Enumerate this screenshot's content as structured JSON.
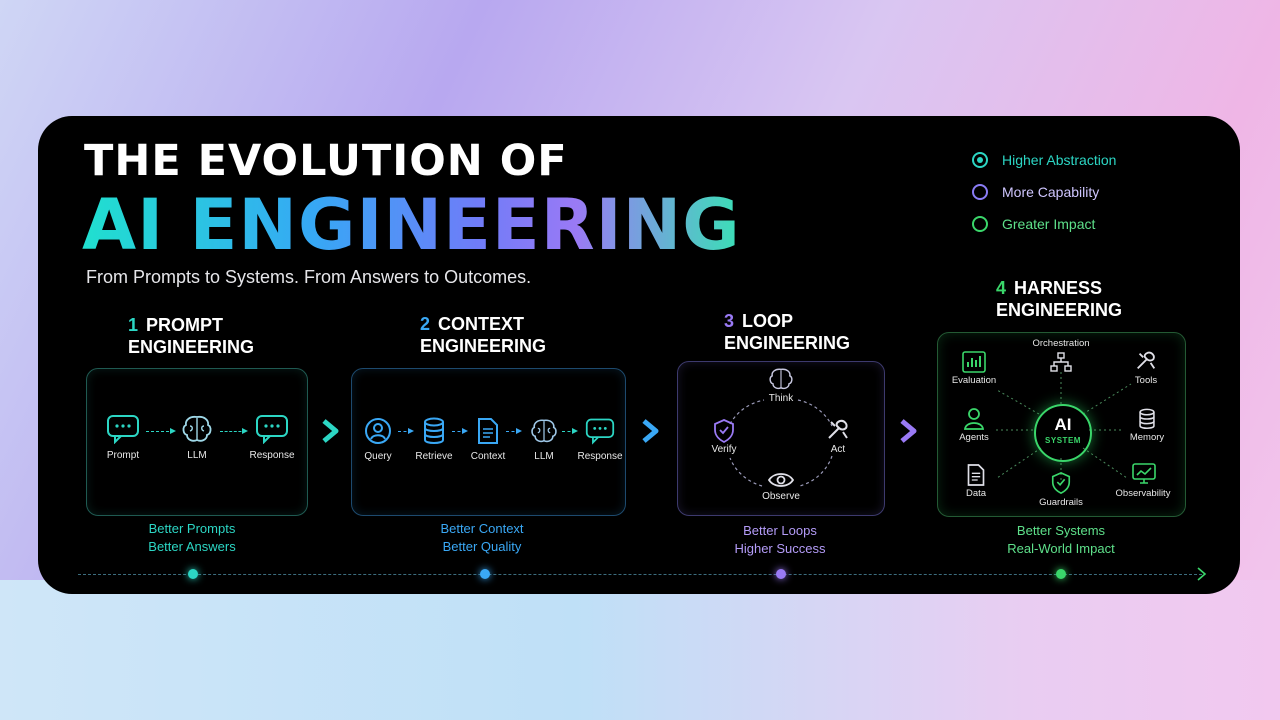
{
  "title_line1": "THE EVOLUTION OF",
  "title_line2": "AI ENGINEERING",
  "subtitle": "From Prompts to Systems. From Answers to Outcomes.",
  "legend": [
    {
      "label": "Higher Abstraction",
      "color": "#2cd6c4"
    },
    {
      "label": "More Capability",
      "color": "#8a7cf5"
    },
    {
      "label": "Greater Impact",
      "color": "#3ad66a"
    }
  ],
  "stages": [
    {
      "number": "1",
      "line1": "PROMPT",
      "line2": "ENGINEERING",
      "color": "#2cd6c4",
      "nodes": [
        "Prompt",
        "LLM",
        "Response"
      ],
      "outcome": [
        "Better Prompts",
        "Better Answers"
      ]
    },
    {
      "number": "2",
      "line1": "CONTEXT",
      "line2": "ENGINEERING",
      "color": "#3aa8f5",
      "nodes": [
        "Query",
        "Retrieve",
        "Context",
        "LLM",
        "Response"
      ],
      "outcome": [
        "Better Context",
        "Better Quality"
      ]
    },
    {
      "number": "3",
      "line1": "LOOP",
      "line2": "ENGINEERING",
      "color": "#9a7af5",
      "nodes": [
        "Think",
        "Act",
        "Observe",
        "Verify"
      ],
      "outcome": [
        "Better Loops",
        "Higher Success"
      ]
    },
    {
      "number": "4",
      "line1": "HARNESS",
      "line2": "ENGINEERING",
      "color": "#3ad66a",
      "hub": [
        "AI",
        "SYSTEM"
      ],
      "nodes": [
        "Orchestration",
        "Evaluation",
        "Tools",
        "Agents",
        "Memory",
        "Data",
        "Guardrails",
        "Observability"
      ],
      "outcome": [
        "Better Systems",
        "Real-World Impact"
      ]
    }
  ],
  "icons": [
    "chat-icon",
    "brain-icon",
    "user-icon",
    "database-icon",
    "document-icon",
    "wrench-icon",
    "eye-icon",
    "shield-check-icon",
    "chart-icon",
    "hierarchy-icon",
    "monitor-icon",
    "chevron-right-icon",
    "arrow-right-icon"
  ]
}
